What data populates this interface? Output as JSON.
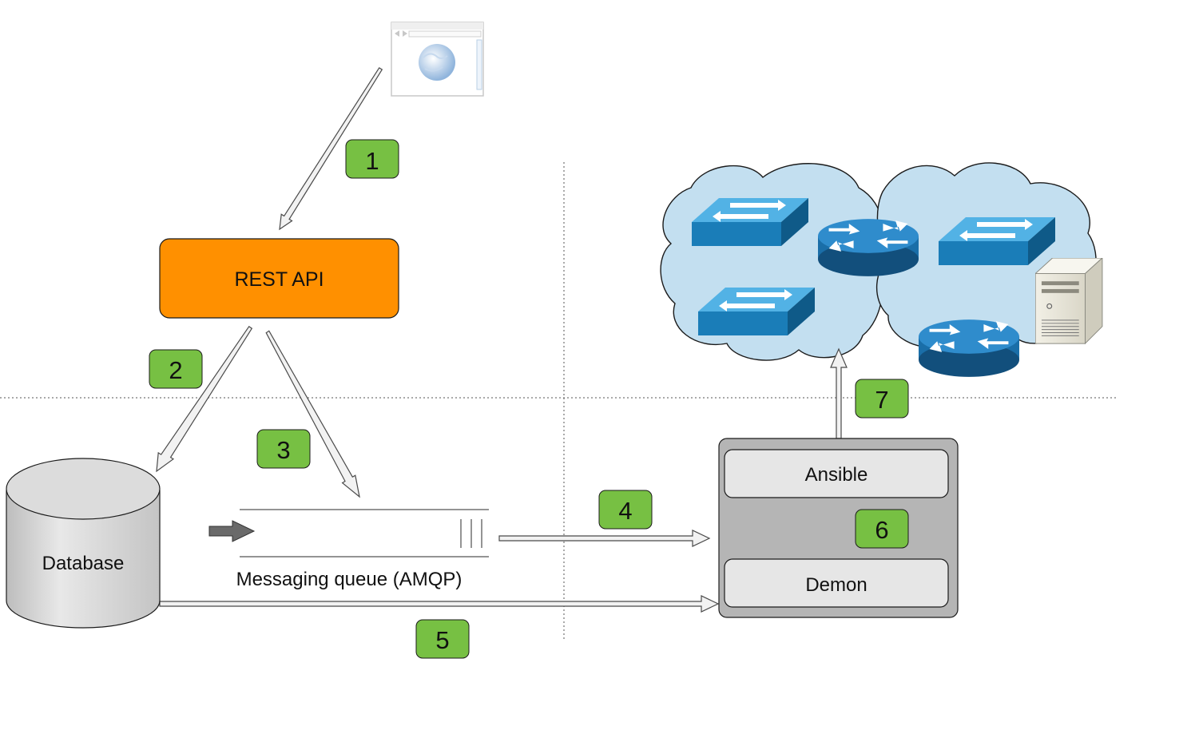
{
  "nodes": {
    "rest_api": "REST API",
    "database": "Database",
    "queue": "Messaging queue (AMQP)",
    "ansible": "Ansible",
    "demon": "Demon"
  },
  "steps": [
    "1",
    "2",
    "3",
    "4",
    "5",
    "6",
    "7"
  ],
  "icons": {
    "client": "web-browser-icon",
    "switch": "network-switch-icon",
    "router": "router-icon",
    "server": "server-tower-icon",
    "cloud": "network-cloud-icon"
  },
  "colors": {
    "rest_api_fill": "#FF9000",
    "badge_fill": "#77C043",
    "cloud_fill": "#C3DFF0",
    "device_blue": "#1A7DB8",
    "container_fill": "#B5B5B5",
    "inner_box_fill": "#E6E6E6",
    "database_fill": "#DDDDDD"
  }
}
